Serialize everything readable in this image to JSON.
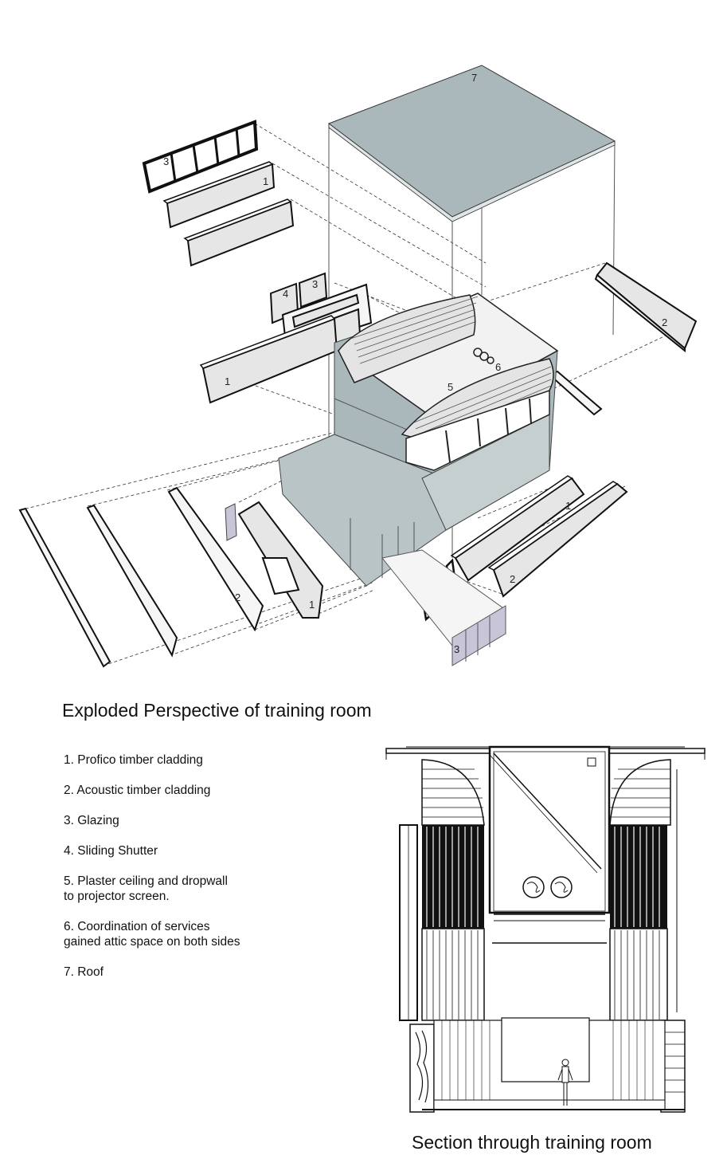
{
  "exploded_title": "Exploded Perspective of training room",
  "section_title": "Section through training room",
  "legend": [
    "1. Profico timber cladding",
    "2. Acoustic timber cladding",
    "3. Glazing",
    "4. Sliding Shutter",
    "5. Plaster ceiling and dropwall\nto projector screen.",
    "6. Coordination of services\ngained attic space on both sides",
    "7. Roof"
  ],
  "labels": {
    "n1": "1",
    "n2": "2",
    "n3": "3",
    "n4": "4",
    "n5": "5",
    "n6": "6",
    "n7": "7"
  },
  "colors": {
    "glass": "#aab8bb",
    "roof": "#aab8bb",
    "panel": "#e6e6e6",
    "lavender": "#c9c5d8",
    "line": "#111111"
  }
}
